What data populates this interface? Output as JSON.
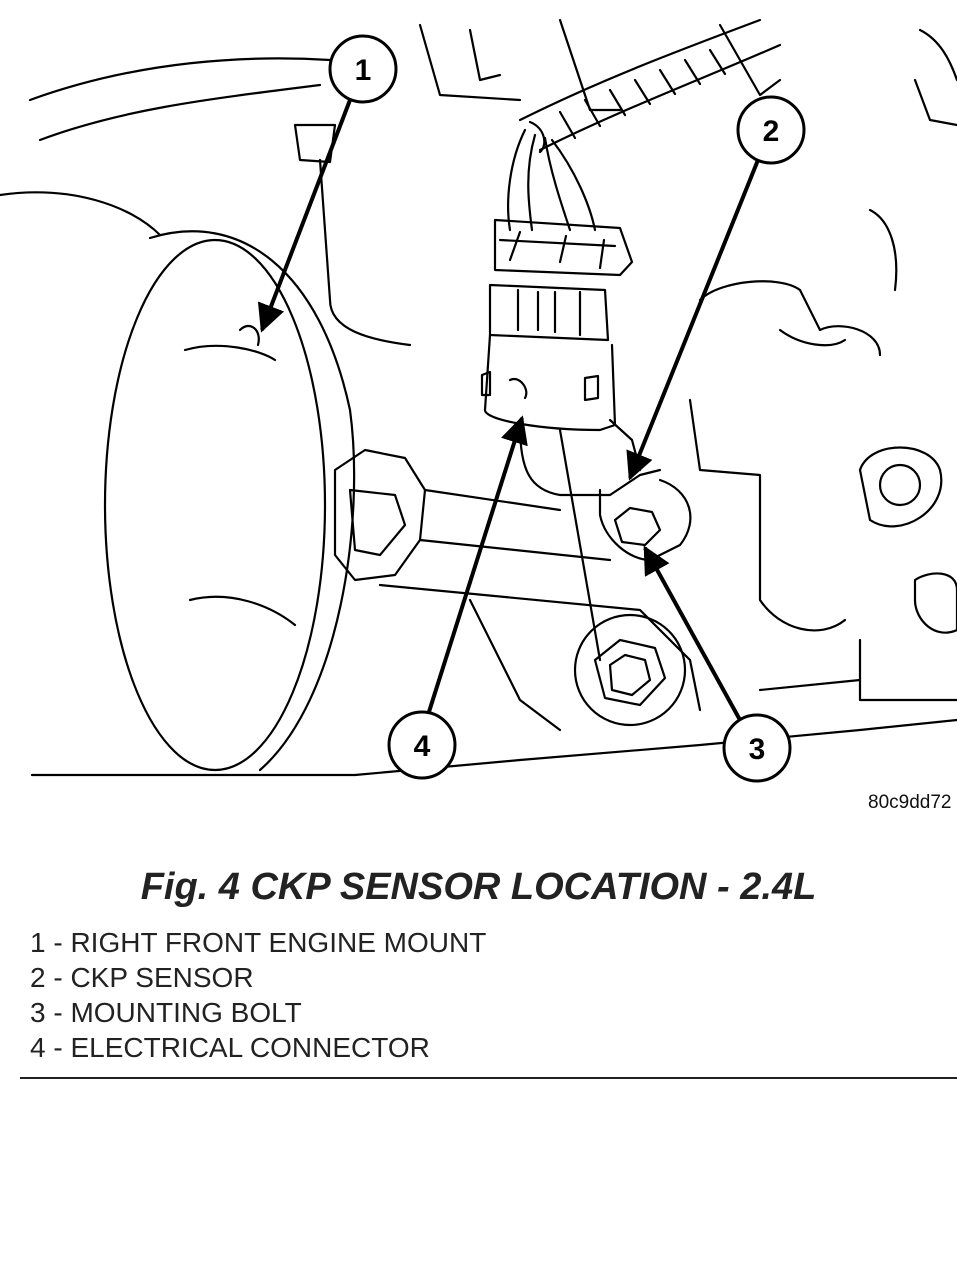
{
  "figure": {
    "code": "80c9dd72",
    "callouts": [
      "1",
      "2",
      "3",
      "4"
    ]
  },
  "caption": "Fig. 4 CKP SENSOR LOCATION - 2.4L",
  "legend": [
    "1 - RIGHT FRONT ENGINE MOUNT",
    "2 - CKP SENSOR",
    "3 - MOUNTING BOLT",
    "4 - ELECTRICAL CONNECTOR"
  ]
}
